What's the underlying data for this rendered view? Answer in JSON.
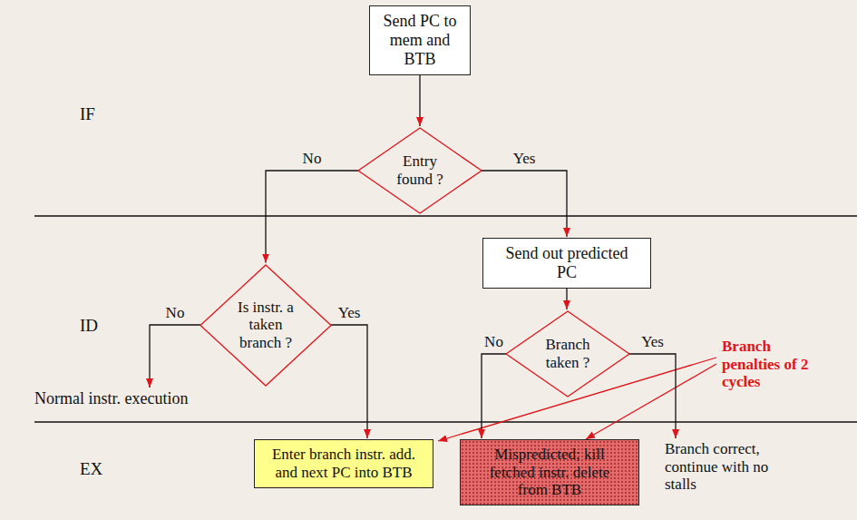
{
  "diagram": {
    "nodes": [
      {
        "text": [
          "Send PC to mem and BTB"
        ]
      },
      {
        "text": [
          "Entry found ?"
        ]
      },
      {
        "text": [
          "Is instr. a taken branch ?"
        ]
      },
      {
        "text": [
          "Send out predicted PC"
        ]
      },
      {
        "text": [
          "Branch taken ?"
        ]
      },
      {
        "text": [
          "Normal instr. execution"
        ]
      },
      {
        "text": [
          "Enter branch instr. add. and next PC into BTB"
        ]
      },
      {
        "text": [
          "Mispredicted; kill fetched instr. delete from BTB"
        ]
      },
      {
        "text": [
          "Branch correct, continue with no stalls"
        ]
      }
    ],
    "edges": [
      {
        "from": 0,
        "to": 1,
        "arrow": "to"
      },
      {
        "from": 1,
        "to": 2,
        "label": "No",
        "arrow": "to"
      },
      {
        "from": 1,
        "to": 3,
        "label": "Yes",
        "arrow": "to"
      },
      {
        "from": 2,
        "to": 5,
        "label": "No",
        "arrow": "to"
      },
      {
        "from": 2,
        "to": 6,
        "label": "Yes",
        "arrow": "to"
      },
      {
        "from": 3,
        "to": 4,
        "arrow": "to"
      },
      {
        "from": 4,
        "to": 7,
        "label": "No",
        "arrow": "to"
      },
      {
        "from": 4,
        "to": 8,
        "label": "Yes",
        "arrow": "to"
      }
    ],
    "labels": [
      "IF",
      "ID",
      "EX",
      "Branch penalties of 2 cycles"
    ]
  }
}
